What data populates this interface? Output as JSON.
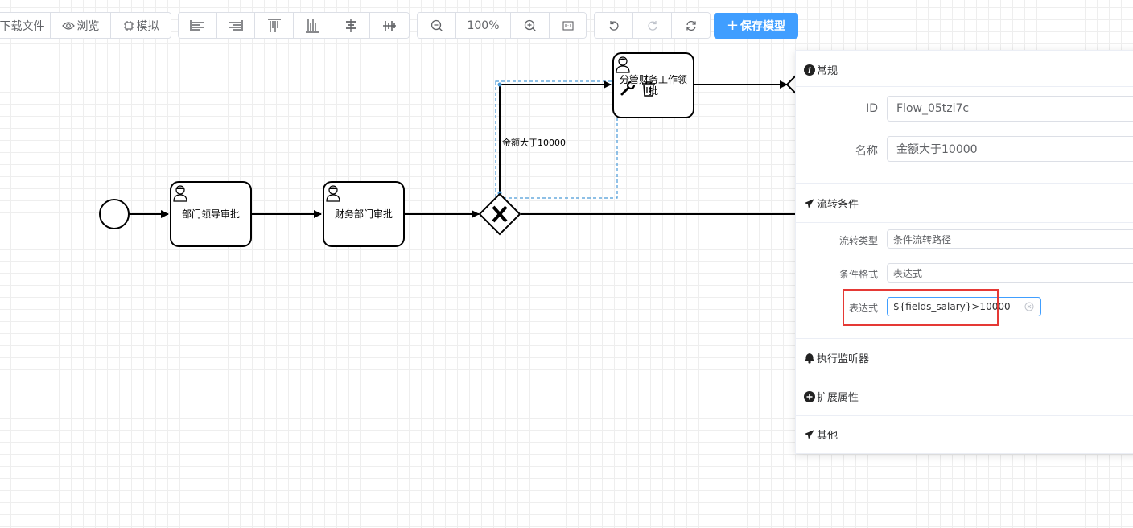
{
  "toolbar": {
    "file_group": [
      {
        "label": "下载文件",
        "icon": "download-icon"
      },
      {
        "label": "浏览",
        "icon": "eye-icon"
      },
      {
        "label": "模拟",
        "icon": "cpu-icon"
      }
    ],
    "align_group": [
      "align-left-icon",
      "align-right-icon",
      "align-top-icon",
      "align-bottom-icon",
      "align-center-icon",
      "align-middle-icon"
    ],
    "zoom": {
      "out_icon": "zoom-out-icon",
      "level": "100%",
      "in_icon": "zoom-in-icon",
      "reset_icon": "zoom-reset-icon"
    },
    "history": [
      "undo-icon",
      "redo-icon",
      "refresh-icon"
    ],
    "save_label": "保存模型"
  },
  "diagram": {
    "tasks": [
      {
        "name": "部门领导审批"
      },
      {
        "name": "财务部门审批"
      },
      {
        "name": "分管财务工作领批"
      }
    ],
    "flow_label": "金额大于10000",
    "gateway_type": "exclusive"
  },
  "panel": {
    "general": {
      "title": "常规",
      "id_label": "ID",
      "id_value": "Flow_05tzi7c",
      "name_label": "名称",
      "name_value": "金额大于10000"
    },
    "condition": {
      "title": "流转条件",
      "type_label": "流转类型",
      "type_value": "条件流转路径",
      "format_label": "条件格式",
      "format_value": "表达式",
      "expr_label": "表达式",
      "expr_value": "${fields_salary}>10000"
    },
    "listener_title": "执行监听器",
    "ext_title": "扩展属性",
    "other_title": "其他"
  },
  "colors": {
    "primary": "#409eff",
    "highlight": "#e53935",
    "grid": "#eeeeee"
  }
}
